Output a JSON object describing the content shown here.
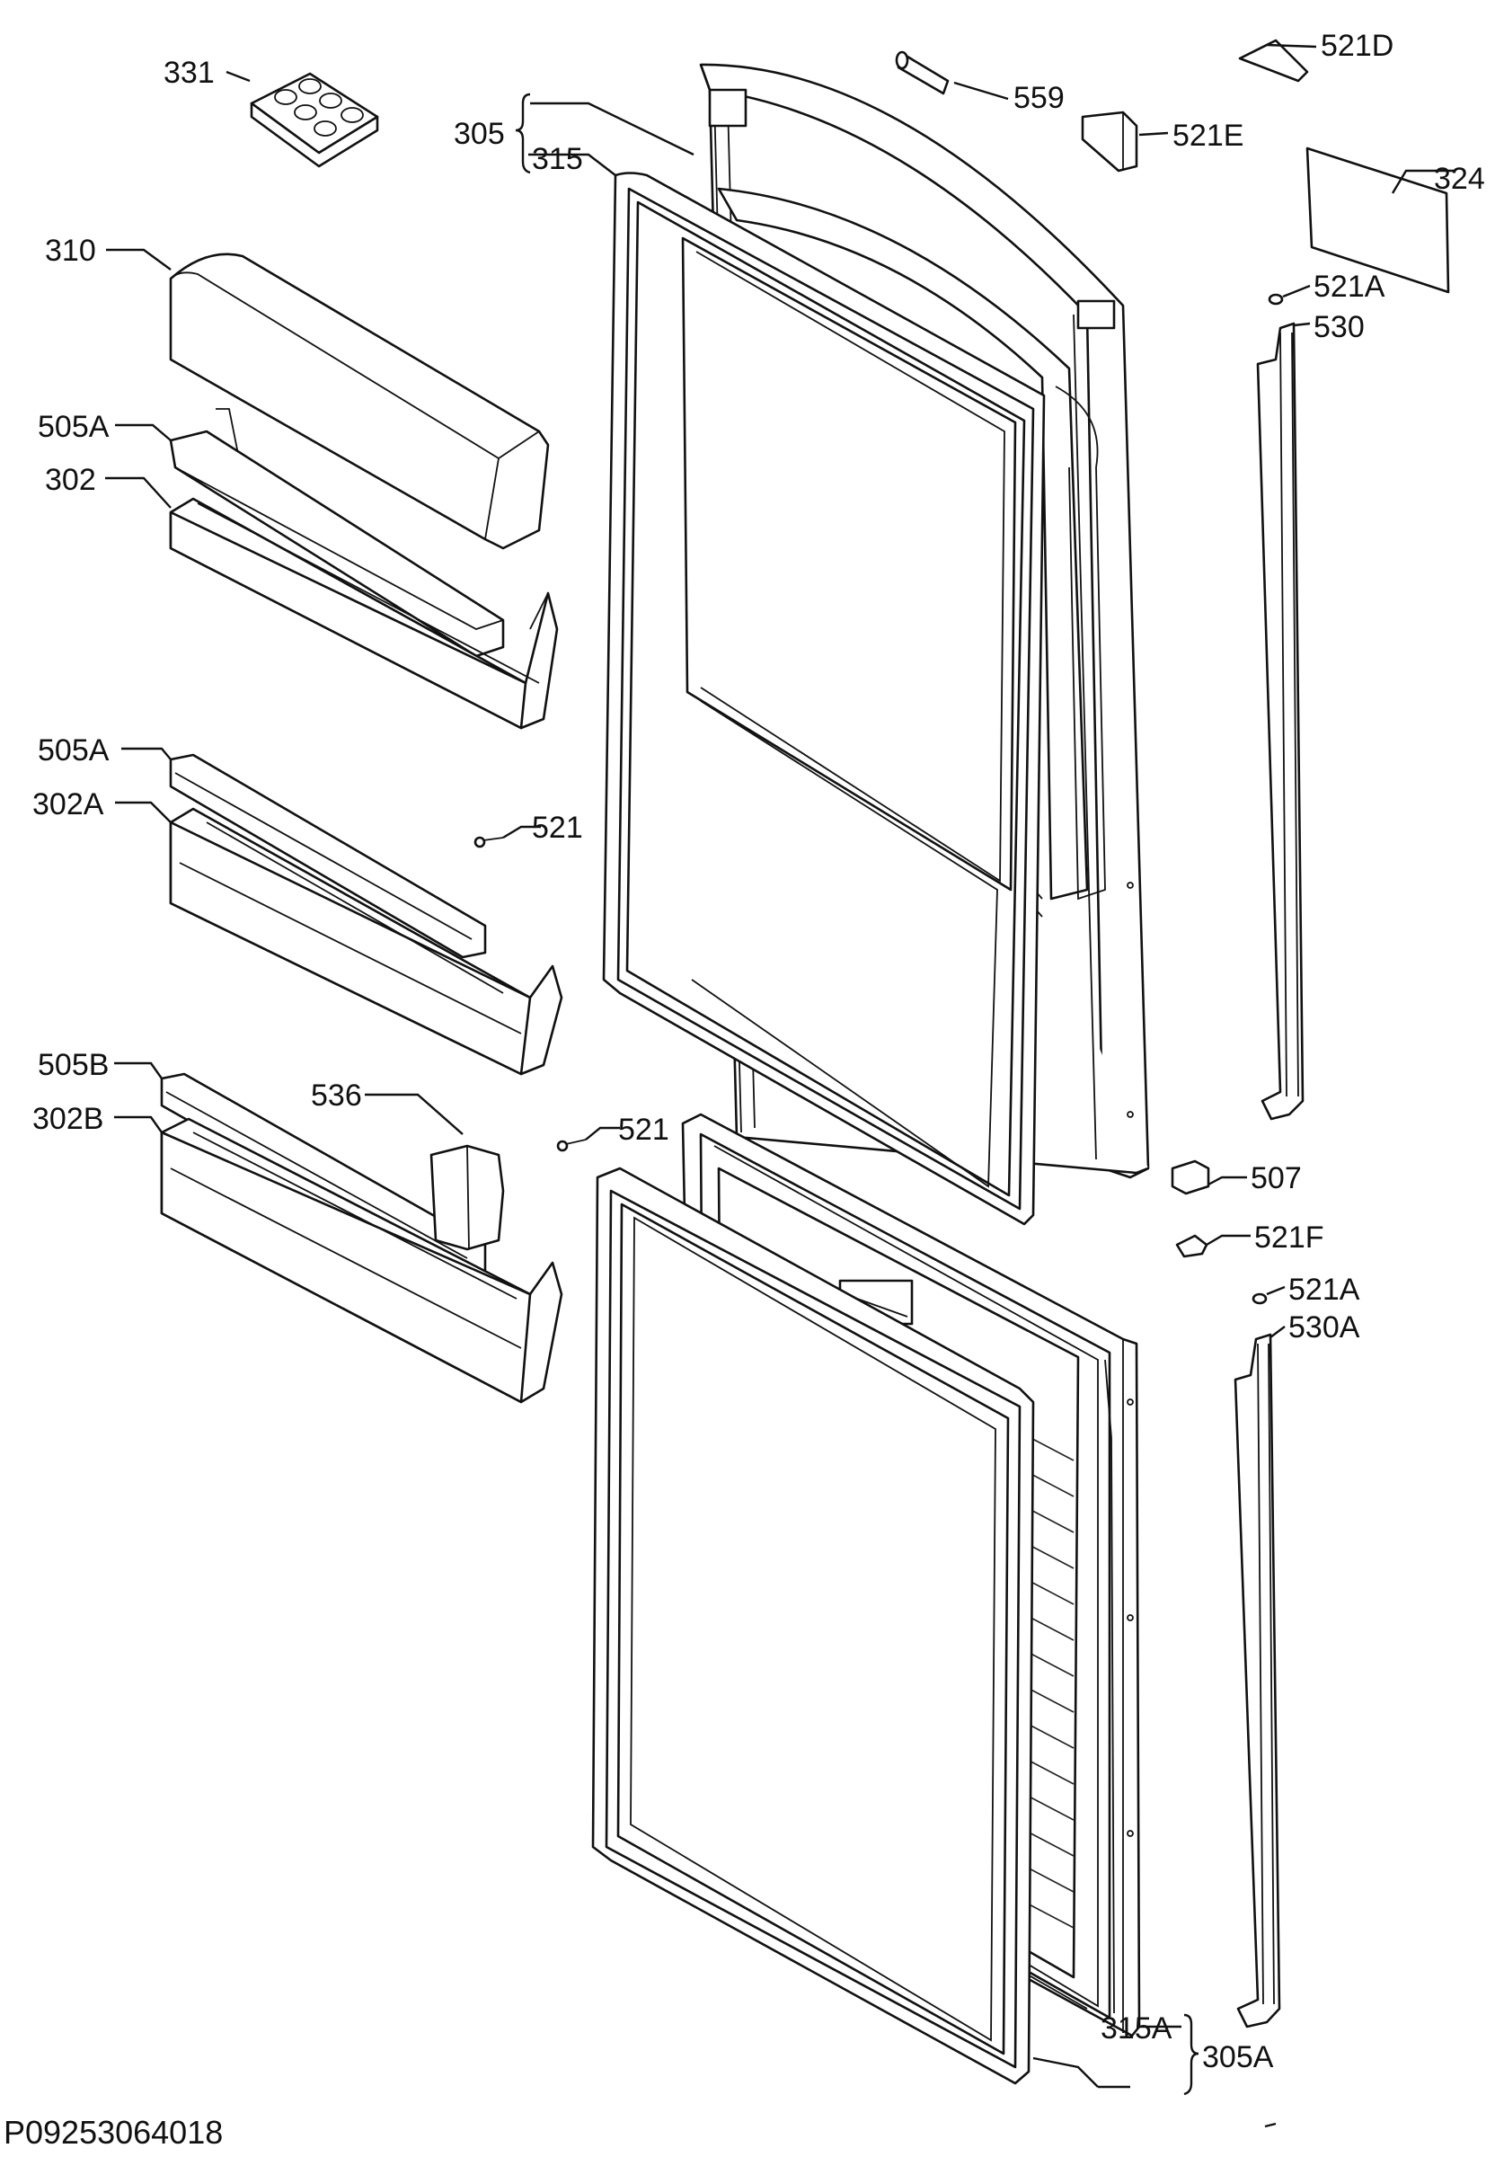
{
  "diagram": {
    "labels": {
      "p331": "331",
      "p559": "559",
      "p521d": "521D",
      "p305": "305",
      "p315": "315",
      "p521e": "521E",
      "p324": "324",
      "p310": "310",
      "p521a_top": "521A",
      "p530": "530",
      "p505a_1": "505A",
      "p302": "302",
      "p505a_2": "505A",
      "p302a": "302A",
      "p521_1": "521",
      "p505b": "505B",
      "p302b": "302B",
      "p536": "536",
      "p521_2": "521",
      "p507": "507",
      "p521f": "521F",
      "p521a_bottom": "521A",
      "p530a": "530A",
      "p315a": "315A",
      "p305a": "305A"
    },
    "code": "P09253064018"
  }
}
